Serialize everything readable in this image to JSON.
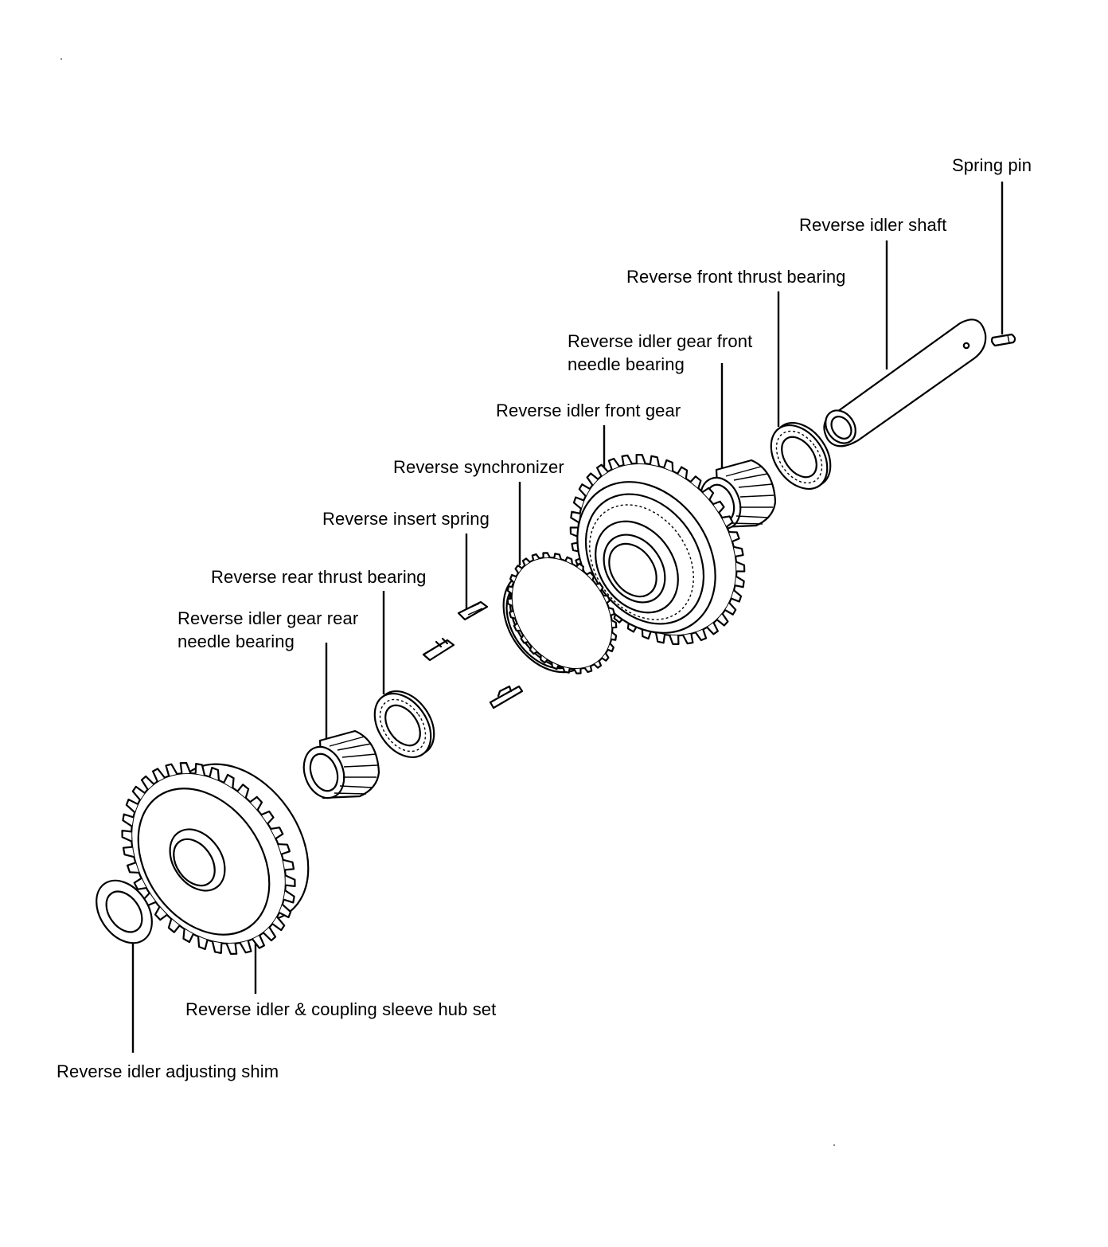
{
  "labels": {
    "spring_pin": "Spring pin",
    "idler_shaft": "Reverse idler shaft",
    "front_thrust_bearing": "Reverse front thrust bearing",
    "front_needle_bearing_1": "Reverse idler gear front",
    "front_needle_bearing_2": "needle bearing",
    "front_gear": "Reverse idler front gear",
    "synchronizer": "Reverse synchronizer",
    "insert_spring": "Reverse insert spring",
    "rear_thrust_bearing": "Reverse rear thrust bearing",
    "rear_needle_bearing_1": "Reverse idler gear rear",
    "rear_needle_bearing_2": "needle bearing",
    "coupling_sleeve_hub": "Reverse idler & coupling sleeve hub set",
    "adjusting_shim": "Reverse idler adjusting shim"
  },
  "colors": {
    "ink": "#000000",
    "paper": "#ffffff"
  }
}
